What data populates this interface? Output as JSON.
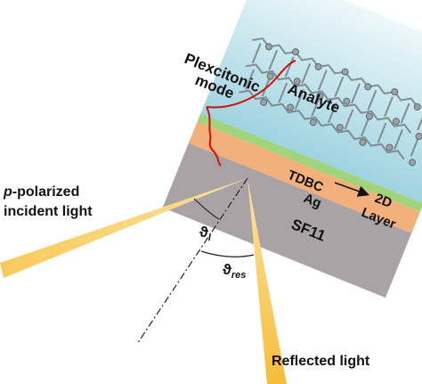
{
  "colors": {
    "analyte_top": "#d6eef4",
    "analyte_bottom": "#a8d8e4",
    "tdbc_layer": "#9ad27a",
    "ag_layer": "#f3b27d",
    "prism_sf11": "#a7a2a4",
    "beam": "#f7c54f",
    "mode_curve": "#cc1111",
    "graphene": "#7c848a"
  },
  "labels": {
    "plexcitonic_line1": "Plexcitonic",
    "plexcitonic_line2": "mode",
    "analyte": "Analyte",
    "tdbc": "TDBC",
    "ag": "Ag",
    "sf11": "SF11",
    "layer_2d_line1": "2D",
    "layer_2d_line2": "Layer",
    "incident_prefix": "p",
    "incident_line1_rest": "-polarized",
    "incident_line2": "incident light",
    "reflected": "Reflected light",
    "theta_symbol": "ϑ",
    "theta_i_sub": "i",
    "theta_res_sub": "res"
  }
}
